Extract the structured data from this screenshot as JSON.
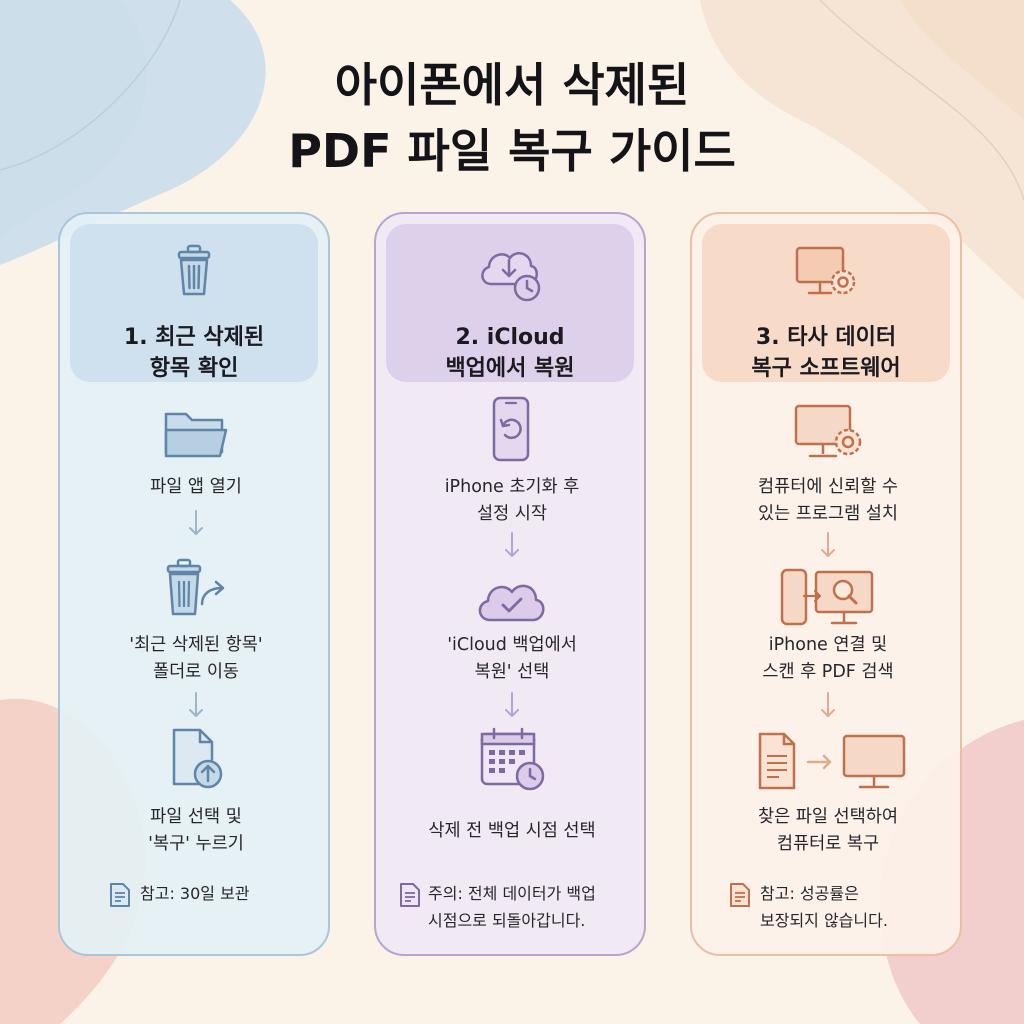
{
  "title": {
    "line1": "아이폰에서 삭제된",
    "line2": "PDF 파일 복구 가이드"
  },
  "panels": [
    {
      "accent": "#a9c6dc",
      "header_icon": "trash-icon",
      "title_line1": "1. 최근 삭제된",
      "title_line2": "항목 확인",
      "steps": [
        {
          "icon": "folder-icon",
          "line1": "파일 앱 열기",
          "line2": ""
        },
        {
          "icon": "trash-restore-icon",
          "line1": "'최근 삭제된 항목'",
          "line2": "폴더로 이동"
        },
        {
          "icon": "file-upload-icon",
          "line1": "파일 선택 및",
          "line2": "'복구' 누르기"
        }
      ],
      "note": {
        "icon": "note-icon",
        "line1": "참고: 30일 보관",
        "line2": ""
      }
    },
    {
      "accent": "#b9a4cf",
      "header_icon": "cloud-download-clock-icon",
      "title_line1": "2. iCloud",
      "title_line2": "백업에서 복원",
      "steps": [
        {
          "icon": "phone-reset-icon",
          "line1": "iPhone 초기화 후",
          "line2": "설정 시작"
        },
        {
          "icon": "cloud-check-icon",
          "line1": "'iCloud 백업에서",
          "line2": "복원' 선택"
        },
        {
          "icon": "calendar-clock-icon",
          "line1": "삭제 전 백업 시점 선택",
          "line2": ""
        }
      ],
      "note": {
        "icon": "note-icon",
        "line1": "주의: 전체 데이터가 백업",
        "line2": "시점으로 되돌아갑니다."
      }
    },
    {
      "accent": "#ebbfa4",
      "header_icon": "monitor-gear-icon",
      "title_line1": "3. 타사 데이터",
      "title_line2": "복구 소프트웨어",
      "steps": [
        {
          "icon": "monitor-gear-icon",
          "line1": "컴퓨터에 신뢰할 수",
          "line2": "있는 프로그램 설치"
        },
        {
          "icon": "phone-monitor-search-icon",
          "line1": "iPhone 연결 및",
          "line2": "스캔 후 PDF 검색"
        },
        {
          "icon": "document-to-monitor-icon",
          "line1": "찾은 파일 선택하여",
          "line2": "컴퓨터로 복구"
        }
      ],
      "note": {
        "icon": "note-icon",
        "line1": "참고: 성공률은",
        "line2": "보장되지 않습니다."
      }
    }
  ]
}
